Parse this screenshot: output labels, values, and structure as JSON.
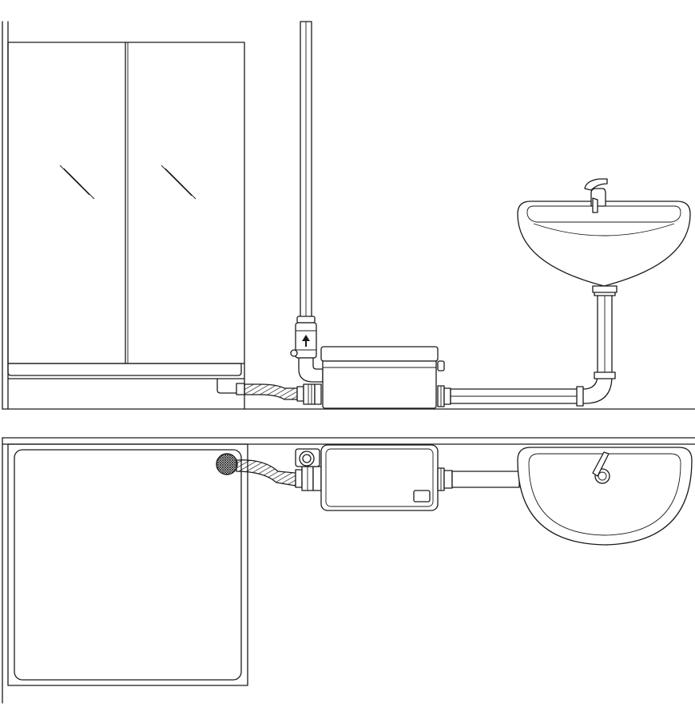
{
  "diagram": {
    "views": [
      "elevation",
      "plan"
    ],
    "components": [
      "shower-enclosure",
      "macerator-pump",
      "vertical-discharge-pipe",
      "check-valve",
      "flexible-hose",
      "washbasin",
      "faucet",
      "basin-drain-pipe"
    ],
    "line_color": "#1a1a1a",
    "background": "#ffffff",
    "icons": {
      "flow_direction": "arrow-up-icon"
    }
  }
}
